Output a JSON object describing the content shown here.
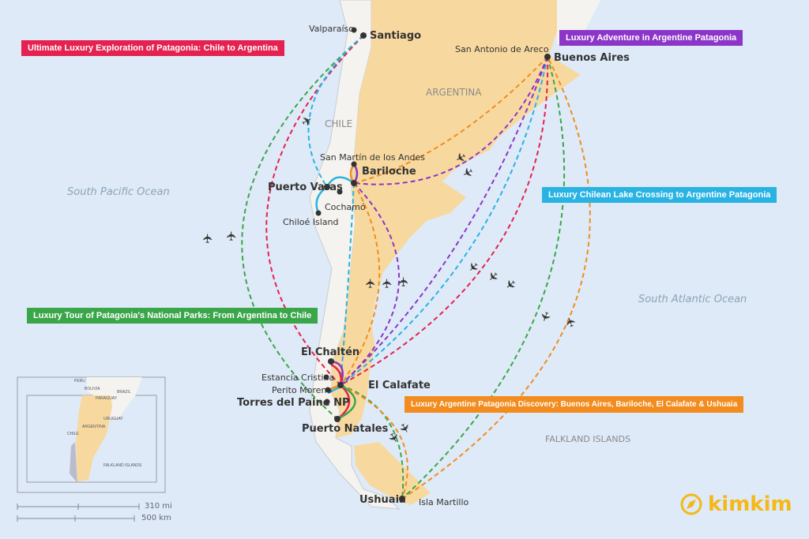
{
  "tours": [
    {
      "label": "Ultimate Luxury Exploration of Patagonia: Chile to Argentina",
      "color": "#e5214f"
    },
    {
      "label": "Luxury Adventure in Argentine Patagonia",
      "color": "#8b36c8"
    },
    {
      "label": "Luxury Chilean Lake Crossing to Argentine Patagonia",
      "color": "#29b3e3"
    },
    {
      "label": "Luxury Tour of Patagonia's National Parks: From Argentina to Chile",
      "color": "#3aa64a"
    },
    {
      "label": "Luxury Argentine Patagonia Discovery: Buenos Aires, Bariloche, El Calafate & Ushuaia",
      "color": "#f28c1e"
    }
  ],
  "places": {
    "valparaiso": "Valparaíso",
    "santiago": "Santiago",
    "san_antonio": "San Antonio de Areco",
    "buenos_aires": "Buenos Aires",
    "san_martin": "San Martín de los Andes",
    "bariloche": "Bariloche",
    "puerto_varas": "Puerto Varas",
    "cochamo": "Cochamó",
    "chiloe": "Chiloé Island",
    "el_chalten": "El Chaltén",
    "estancia_cristina": "Estancia Cristina",
    "perito_moreno": "Perito Moreno",
    "el_calafate": "El Calafate",
    "torres": "Torres del Paine NP",
    "puerto_natales": "Puerto Natales",
    "ushuaia": "Ushuaia",
    "isla_martillo": "Isla Martillo"
  },
  "regions": {
    "argentina": "ARGENTINA",
    "chile": "CHILE",
    "pacific": "South Pacific Ocean",
    "atlantic": "South Atlantic Ocean",
    "falklands": "FALKLAND ISLANDS"
  },
  "inset": {
    "peru": "PERU",
    "bolivia": "BOLIVIA",
    "brazil": "BRAZIL",
    "paraguay": "PARAGUAY",
    "uruguay": "URUGUAY",
    "argentina": "ARGENTINA",
    "chile": "CHILE",
    "falklands": "FALKLAND ISLANDS"
  },
  "scale": {
    "miles": "310 mi",
    "km": "500 km"
  },
  "logo": "kimkim"
}
